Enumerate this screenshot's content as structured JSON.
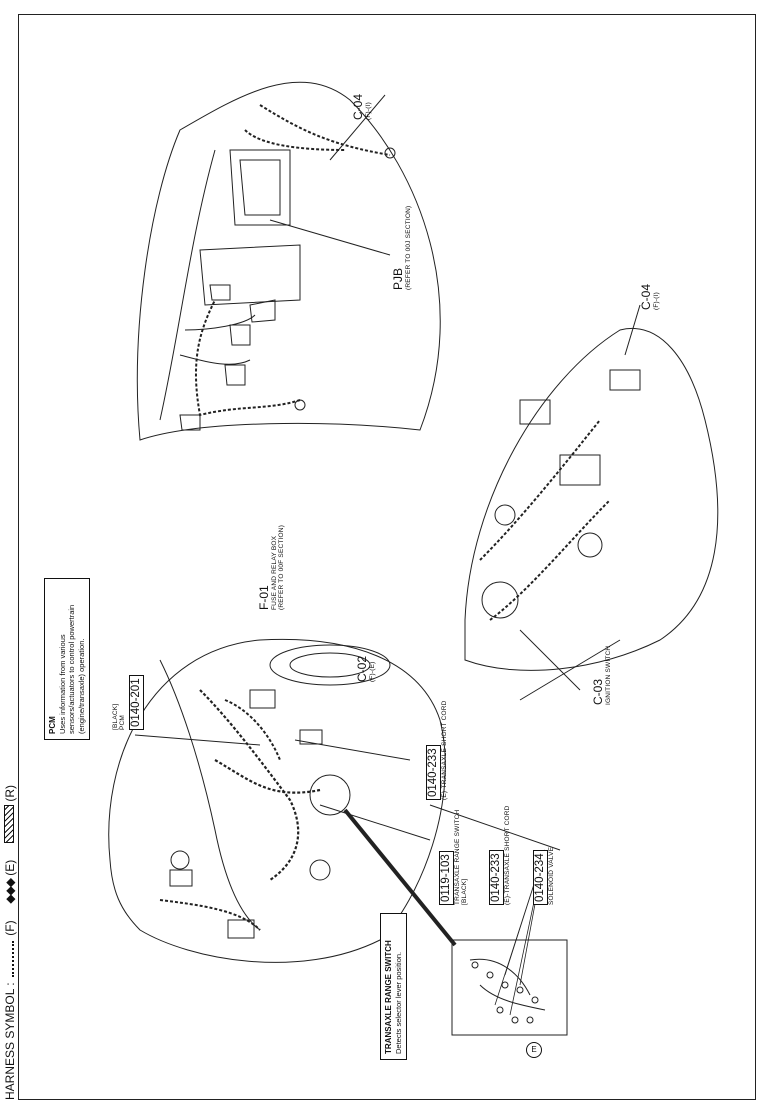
{
  "header": {
    "harness_symbol_label": "HARNESS SYMBOL :",
    "legend": [
      {
        "code": "(F)",
        "style": "dotted"
      },
      {
        "code": "(E)",
        "style": "diamonds"
      },
      {
        "code": "(R)",
        "style": "hatched"
      }
    ]
  },
  "callouts": {
    "c04_top": {
      "code": "C-04",
      "sub": "(F)-(I)"
    },
    "pjb": {
      "code": "PJB",
      "desc": "(REFER TO 00J SECTION)"
    },
    "f01": {
      "code": "F-01",
      "desc1": "FUSE AND RELAY BOX",
      "desc2": "(REFER TO 00F SECTION)"
    },
    "c02": {
      "code": "C-02",
      "sub": "(F)-(E)"
    },
    "c04_bottom": {
      "code": "C-04",
      "sub": "(F)-(I)"
    },
    "c03": {
      "code": "C-03",
      "desc": "IGNITION SWITCH"
    },
    "pcm_color": "[BLACK]",
    "pcm_name": "PCM",
    "pcm_code": "0140-201",
    "short_cord_top_code": "0140-233",
    "short_cord_top_desc": "(E)-TRANSAXLE SHORT CORD",
    "trs_code": "0119-103",
    "trs_desc": "TRANSAXLE RANGE SWITCH",
    "trs_color": "[BLACK]",
    "short_cord_bottom_code": "0140-233",
    "short_cord_bottom_desc": "(E)-TRANSAXLE SHORT CORD",
    "solenoid_code": "0140-234",
    "solenoid_desc": "SOLENOID VALVE",
    "ground_mark": "E"
  },
  "info_boxes": {
    "pcm": {
      "title": "PCM",
      "text": "Uses information from various sensors/actuators to control powertrain (engine/transaxle) operation."
    },
    "trs": {
      "title": "TRANSAXLE RANGE SWITCH",
      "text": "Detects selector lever position."
    }
  }
}
